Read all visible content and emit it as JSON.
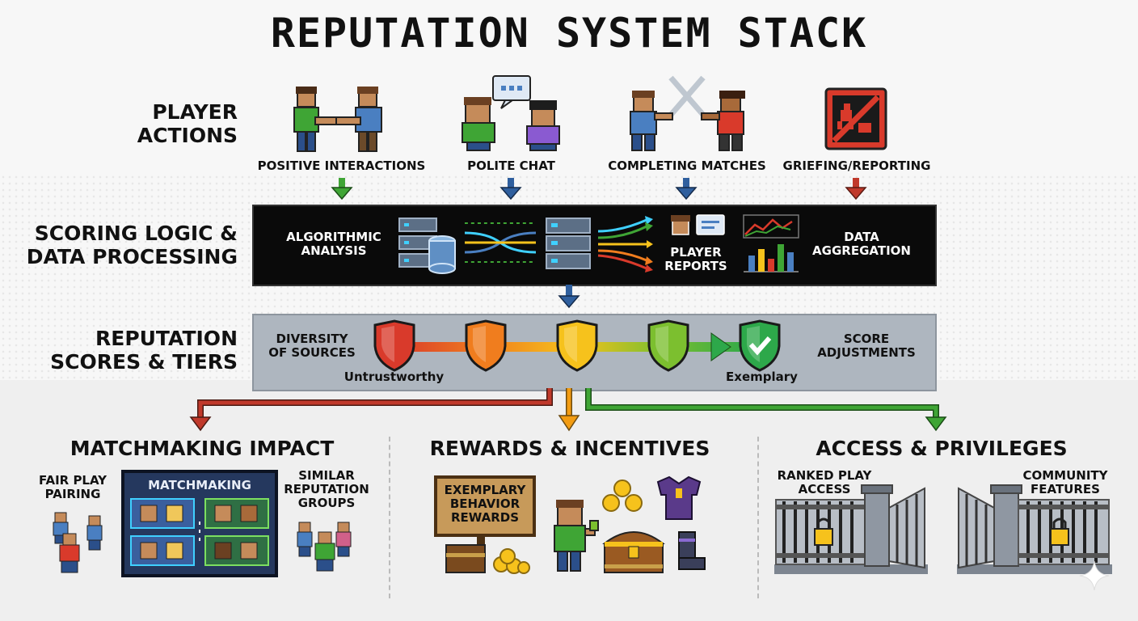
{
  "title": "REPUTATION SYSTEM STACK",
  "rows": {
    "player_actions": "PLAYER\nACTIONS",
    "scoring": "SCORING LOGIC &\nDATA PROCESSING",
    "scores": "REPUTATION\nSCORES & TIERS"
  },
  "actions": [
    {
      "label": "POSITIVE INTERACTIONS",
      "icon": "handshake-icon",
      "arrow_color": "#3fa535"
    },
    {
      "label": "POLITE CHAT",
      "icon": "chat-icon",
      "arrow_color": "#2f5f9e"
    },
    {
      "label": "COMPLETING MATCHES",
      "icon": "swords-icon",
      "arrow_color": "#2f5f9e"
    },
    {
      "label": "GRIEFING/REPORTING",
      "icon": "no-griefing-icon",
      "arrow_color": "#c0392b"
    }
  ],
  "processing": {
    "algorithmic": "ALGORITHMIC\nANALYSIS",
    "player_reports": "PLAYER\nREPORTS",
    "aggregation": "DATA\nAGGREGATION"
  },
  "tiers": {
    "diversity": "DIVERSITY\nOF SOURCES",
    "adjustments": "SCORE\nADJUSTMENTS",
    "low_label": "Untrustworthy",
    "high_label": "Exemplary",
    "shield_colors": [
      "#d93a2b",
      "#f07d1e",
      "#f6c21c",
      "#7cbf2f",
      "#2da84a"
    ]
  },
  "sections": {
    "matchmaking": {
      "title": "MATCHMAKING IMPACT",
      "left": "FAIR PLAY\nPAIRING",
      "screen": "MATCHMAKING",
      "right": "SIMILAR\nREPUTATION\nGROUPS"
    },
    "rewards": {
      "title": "REWARDS & INCENTIVES",
      "sign": "EXEMPLARY\nBEHAVIOR\nREWARDS"
    },
    "access": {
      "title": "ACCESS & PRIVILEGES",
      "left": "RANKED PLAY\nACCESS",
      "right": "COMMUNITY\nFEATURES"
    }
  },
  "colors": {
    "red": "#c0392b",
    "orange": "#f39c12",
    "green": "#3fa535",
    "blue": "#2f5f9e"
  }
}
